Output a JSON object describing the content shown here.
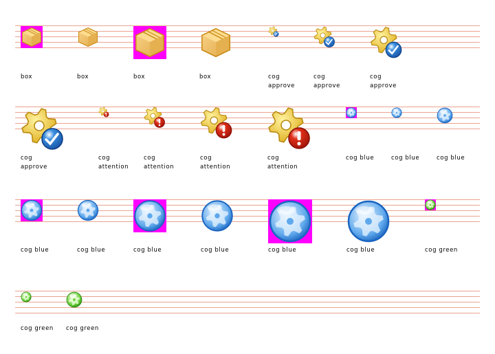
{
  "colors": {
    "guide_line": "#eaa38f",
    "transparent_bg": "#ff00ff",
    "box": "#f0bc64",
    "cog_gold": "#f5d33a",
    "approve_badge": "#3a8ee0",
    "attention_badge": "#e0301a",
    "cog_blue": "#5fa8ec",
    "cog_green": "#6ccf3c"
  },
  "items": [
    {
      "label": "box",
      "icon": "box-icon"
    },
    {
      "label": "box",
      "icon": "box-icon"
    },
    {
      "label": "box",
      "icon": "box-icon"
    },
    {
      "label": "box",
      "icon": "box-icon"
    },
    {
      "label": "cog\napprove",
      "icon": "cog-approve-icon"
    },
    {
      "label": "cog\napprove",
      "icon": "cog-approve-icon"
    },
    {
      "label": "cog\napprove",
      "icon": "cog-approve-icon"
    },
    {
      "label": "cog\napprove",
      "icon": "cog-approve-icon"
    },
    {
      "label": "cog\nattention",
      "icon": "cog-attention-icon"
    },
    {
      "label": "cog\nattention",
      "icon": "cog-attention-icon"
    },
    {
      "label": "cog\nattention",
      "icon": "cog-attention-icon"
    },
    {
      "label": "cog\nattention",
      "icon": "cog-attention-icon"
    },
    {
      "label": "cog blue",
      "icon": "cog-blue-icon"
    },
    {
      "label": "cog blue",
      "icon": "cog-blue-icon"
    },
    {
      "label": "cog blue",
      "icon": "cog-blue-icon"
    },
    {
      "label": "cog blue",
      "icon": "cog-blue-icon"
    },
    {
      "label": "cog blue",
      "icon": "cog-blue-icon"
    },
    {
      "label": "cog blue",
      "icon": "cog-blue-icon"
    },
    {
      "label": "cog blue",
      "icon": "cog-blue-icon"
    },
    {
      "label": "cog blue",
      "icon": "cog-blue-icon"
    },
    {
      "label": "cog blue",
      "icon": "cog-blue-icon"
    },
    {
      "label": "cog green",
      "icon": "cog-green-icon"
    },
    {
      "label": "cog green",
      "icon": "cog-green-icon"
    },
    {
      "label": "cog green",
      "icon": "cog-green-icon"
    }
  ]
}
